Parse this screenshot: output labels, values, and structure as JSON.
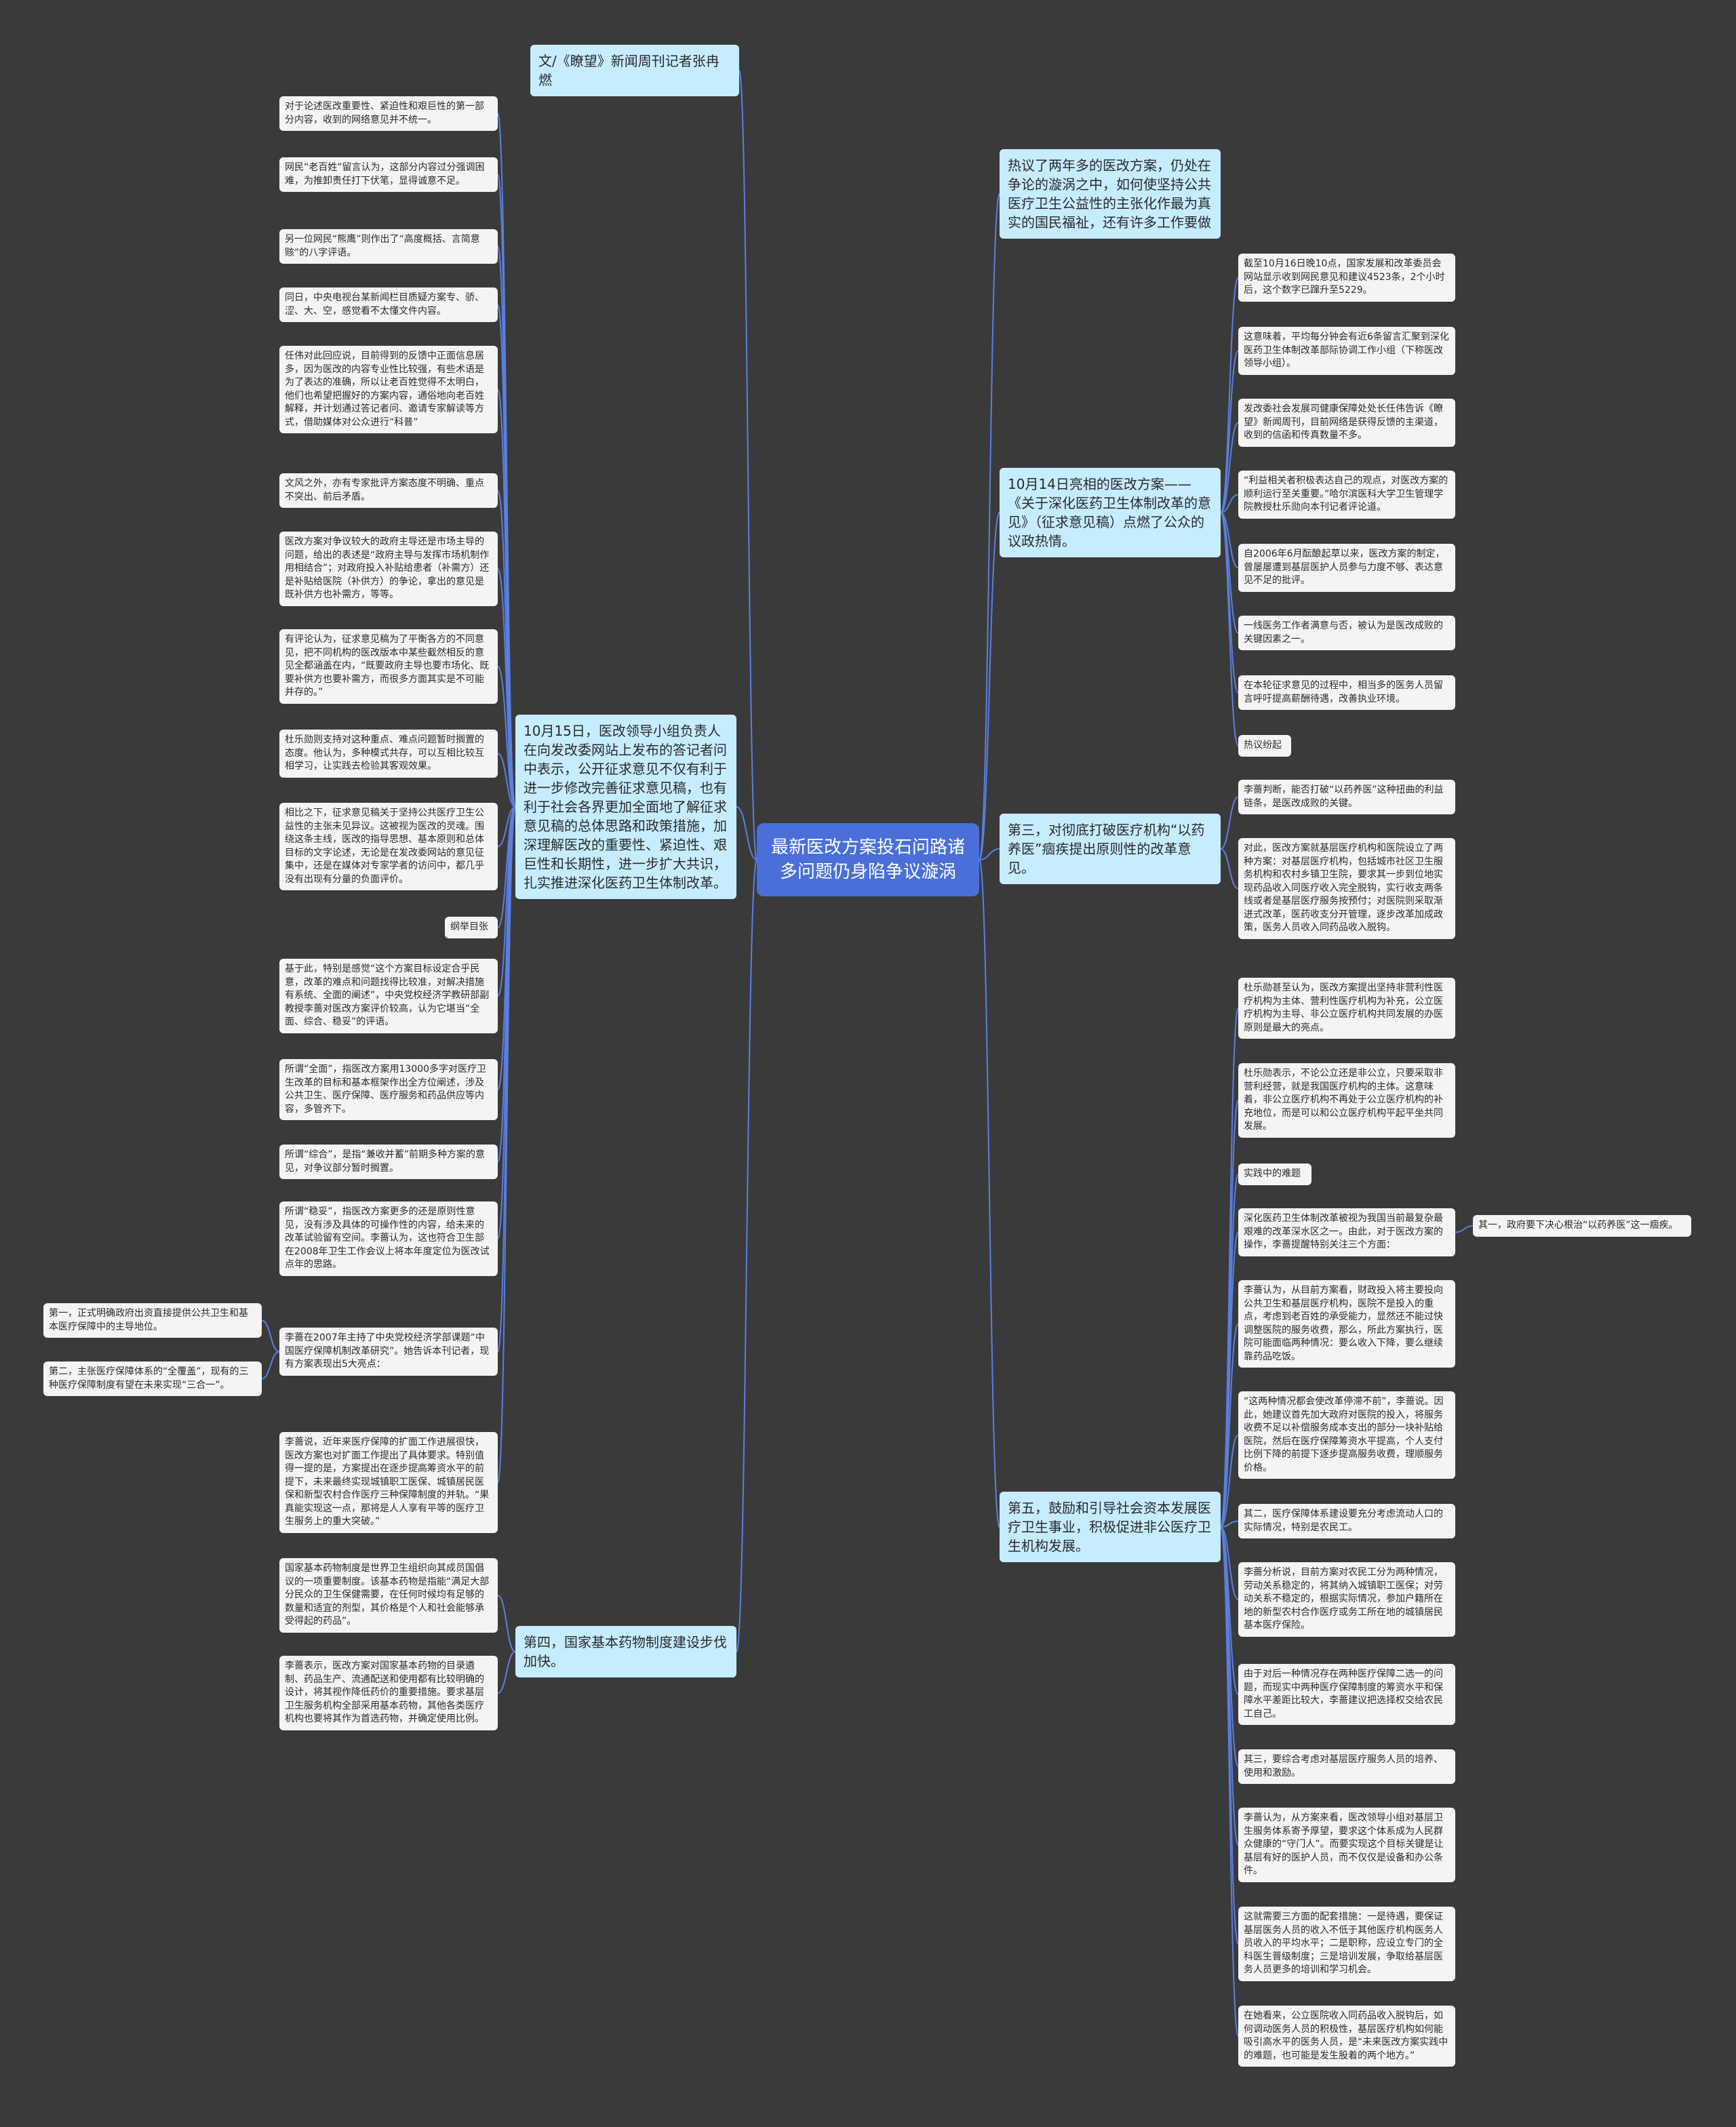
{
  "colors": {
    "background": "#3a3a3a",
    "root": "#4a6fd8",
    "branch": "#c6ecff",
    "leaf": "#f4f4f4",
    "line": "#5b7fe0"
  },
  "root": {
    "text": "最新医改方案投石问路诸多问题仍身陷争议漩涡"
  },
  "nodes": {
    "byline": "文/《瞭望》新闻周刊记者张冉燃",
    "b_oct15": "10月15日，医改领导小组负责人在向发改委网站上发布的答记者问中表示，公开征求意见不仅有利于进一步修改完善征求意见稿，也有利于社会各界更加全面地了解征求意见稿的总体思路和政策措施，加深理解医改的重要性、紧迫性、艰巨性和长期性，进一步扩大共识，扎实推进深化医药卫生体制改革。",
    "b_fourth": "第四，国家基本药物制度建设步伐加快。",
    "b_heated": "热议了两年多的医改方案，仍处在争论的漩涡之中，如何使坚持公共医疗卫生公益性的主张化作最为真实的国民福祉，还有许多工作要做",
    "b_oct14": "10月14日亮相的医改方案——《关于深化医药卫生体制改革的意见》（征求意见稿）点燃了公众的议政热情。",
    "b_third": "第三，对彻底打破医疗机构“以药养医”痼疾提出原则性的改革意见。",
    "b_fifth": "第五，鼓励和引导社会资本发展医疗卫生事业，积极促进非公医疗卫生机构发展。",
    "L1": "对于论述医改重要性、紧迫性和艰巨性的第一部分内容，收到的网络意见并不统一。",
    "L2": "网民“老百姓”留言认为，这部分内容过分强调困难，为推卸责任打下伏笔，显得诚意不足。",
    "L3": "另一位网民“熊鹰”则作出了“高度概括、言简意赅”的八字评语。",
    "L4": "同日，中央电视台某新闻栏目质疑方案专、骄、涩、大、空，感觉看不太懂文件内容。",
    "L5": "任伟对此回应说，目前得到的反馈中正面信息居多，因为医改的内容专业性比较强，有些术语是为了表达的准确，所以让老百姓觉得不太明白，他们也希望把握好的方案内容，通俗地向老百姓解释，并计划通过答记者问、邀请专家解读等方式，借助媒体对公众进行“科普”",
    "L6": "文风之外，亦有专家批评方案态度不明确、重点不突出、前后矛盾。",
    "L7": "医改方案对争议较大的政府主导还是市场主导的问题，给出的表述是“政府主导与发挥市场机制作用相结合”；对政府投入补贴给患者（补需方）还是补贴给医院（补供方）的争论，拿出的意见是既补供方也补需方，等等。",
    "L8": "有评论认为，征求意见稿为了平衡各方的不同意见，把不同机构的医改版本中某些截然相反的意见全都涵盖在内，“既要政府主导也要市场化、既要补供方也要补需方，而很多方面其实是不可能并存的。”",
    "L9": "杜乐勋则支持对这种重点、难点问题暂时搁置的态度。他认为，多种模式共存，可以互相比较互相学习，让实践去检验其客观效果。",
    "L10": "相比之下，征求意见稿关于坚持公共医疗卫生公益性的主张未见异议。这被视为医改的灵魂。围绕这条主线，医改的指导思想、基本原则和总体目标的文字论述，无论是在发改委网站的意见征集中，还是在媒体对专家学者的访问中，都几乎没有出现有分量的负面评价。",
    "L11": "纲举目张",
    "L12": "基于此，特别是感觉“这个方案目标设定合乎民意，改革的难点和问题找得比较准，对解决措施有系统、全面的阐述”，中央党校经济学教研部副教授李蔷对医改方案评价较高，认为它堪当“全面、综合、稳妥”的评语。",
    "L13": "所谓“全面”，指医改方案用13000多字对医疗卫生改革的目标和基本框架作出全方位阐述，涉及公共卫生、医疗保障、医疗服务和药品供应等内容，多管齐下。",
    "L14": "所谓“综合”，是指“兼收并蓄”前期多种方案的意见，对争议部分暂时搁置。",
    "L15": "所谓“稳妥”，指医改方案更多的还是原则性意见，没有涉及具体的可操作性的内容，给未来的改革试验留有空间。李蔷认为，这也符合卫生部在2008年卫生工作会议上将本年度定位为医改试点年的思路。",
    "L16": "李蔷在2007年主持了中央党校经济学部课题“中国医疗保障机制改革研究”。她告诉本刊记者，现有方案表现出5大亮点：",
    "L17": "李蔷说，近年来医疗保障的扩面工作进展很快，医改方案也对扩面工作提出了具体要求。特别值得一提的是，方案提出在逐步提高筹资水平的前提下，未来最终实现城镇职工医保、城镇居民医保和新型农村合作医疗三种保障制度的并轨。“果真能实现这一点，那将是人人享有平等的医疗卫生服务上的重大突破。”",
    "L18": "国家基本药物制度是世界卫生组织向其成员国倡议的一项重要制度。该基本药物是指能“满足大部分民众的卫生保健需要，在任何时候均有足够的数量和适宜的剂型，其价格是个人和社会能够承受得起的药品”。",
    "L19": "李蔷表示，医改方案对国家基本药物的目录遴制、药品生产、流通配送和使用都有比较明确的设计，将其视作降低药价的重要措施。要求基层卫生服务机构全部采用基本药物，其他各类医疗机构也要将其作为首选药物，并确定使用比例。",
    "F1": "第一，正式明确政府出资直接提供公共卫生和基本医疗保障中的主导地位。",
    "F2": "第二，主张医疗保障体系的“全覆盖”，现有的三种医疗保障制度有望在未来实现“三合一”。",
    "R1": "截至10月16日晚10点，国家发展和改革委员会网站显示收到网民意见和建议4523条，2个小时后，这个数字已蹿升至5229。",
    "R2": "这意味着，平均每分钟会有近6条留言汇聚到深化医药卫生体制改革部际协调工作小组（下称医改领导小组）。",
    "R3": "发改委社会发展司健康保障处处长任伟告诉《瞭望》新闻周刊，目前网络是获得反馈的主渠道，收到的信函和传真数量不多。",
    "R4": "“利益相关者积极表达自己的观点，对医改方案的顺利运行至关重要。”哈尔滨医科大学卫生管理学院教授杜乐勋向本刊记者评论道。",
    "R5": "自2006年6月酝酿起草以来，医改方案的制定，曾屡屡遭到基层医护人员参与力度不够、表达意见不足的批评。",
    "R6": "一线医务工作者满意与否，被认为是医改成败的关键因素之一。",
    "R7": "在本轮征求意见的过程中，相当多的医务人员留言呼吁提高薪酬待遇，改善执业环境。",
    "R8": "热议纷起",
    "R9": "李蔷判断，能否打破“以药养医”这种扭曲的利益链条，是医改成败的关键。",
    "R10": "对此，医改方案就基层医疗机构和医院设立了两种方案：对基层医疗机构，包括城市社区卫生服务机构和农村乡镇卫生院，要求其一步到位地实现药品收入同医疗收入完全脱钩，实行收支两条线或者是基层医疗服务按预付；对医院则采取渐进式改革，医药收支分开管理，逐步改革加成政策，医务人员收入同药品收入脱钩。",
    "R11": "杜乐勋甚至认为，医改方案提出坚持非营利性医疗机构为主体、营利性医疗机构为补充，公立医疗机构为主导、非公立医疗机构共同发展的办医原则是最大的亮点。",
    "R12": "杜乐勋表示，不论公立还是非公立，只要采取非营利经营，就是我国医疗机构的主体。这意味着，非公立医疗机构不再处于公立医疗机构的补充地位，而是可以和公立医疗机构平起平坐共同发展。",
    "R13": "实践中的难题",
    "R14": "深化医药卫生体制改革被视为我国当前最复杂最艰难的改革深水区之一。由此，对于医改方案的操作，李蔷提醒特别关注三个方面：",
    "R14a": "其一，政府要下决心根治“以药养医”这一痼疾。",
    "R15": "李蔷认为，从目前方案看，财政投入将主要投向公共卫生和基层医疗机构，医院不是投入的重点，考虑到老百姓的承受能力，显然还不能过快调整医院的服务收费，那么，所此方案执行，医院可能面临两种情况：要么收入下降，要么继续靠药品吃饭。",
    "R16": "“这两种情况都会使改革停滞不前”，李蔷说。因此，她建议首先加大政府对医院的投入，将服务收费不足以补偿服务成本支出的部分一块补贴给医院，然后在医疗保障筹资水平提高，个人支付比例下降的前提下逐步提高服务收费，理顺服务价格。",
    "R17": "其二，医疗保障体系建设要充分考虑流动人口的实际情况，特别是农民工。",
    "R18": "李蔷分析说，目前方案对农民工分为两种情况，劳动关系稳定的，将其纳入城镇职工医保；对劳动关系不稳定的，根据实际情况，参加户籍所在地的新型农村合作医疗或务工所在地的城镇居民基本医疗保险。",
    "R19": "由于对后一种情况存在两种医疗保障二选一的问题，而现实中两种医疗保障制度的筹资水平和保障水平差距比较大，李蔷建议把选择权交给农民工自己。",
    "R20": "其三，要综合考虑对基层医疗服务人员的培养、使用和激励。",
    "R21": "李蔷认为，从方案来看，医改领导小组对基层卫生服务体系寄予厚望，要求这个体系成为人民群众健康的“守门人”。而要实现这个目标关键是让基层有好的医护人员，而不仅仅是设备和办公条件。",
    "R22": "这就需要三方面的配套措施：一是待遇，要保证基层医务人员的收入不低于其他医疗机构医务人员收入的平均水平；二是职称，应设立专门的全科医生晋级制度；三是培训发展，争取给基层医务人员更多的培训和学习机会。",
    "R23": "在她看来，公立医院收入同药品收入脱钩后，如何调动医务人员的积极性，基层医疗机构如何能吸引高水平的医务人员，是“未来医改方案实践中的难题，也可能是发生股着的两个地方。”"
  }
}
